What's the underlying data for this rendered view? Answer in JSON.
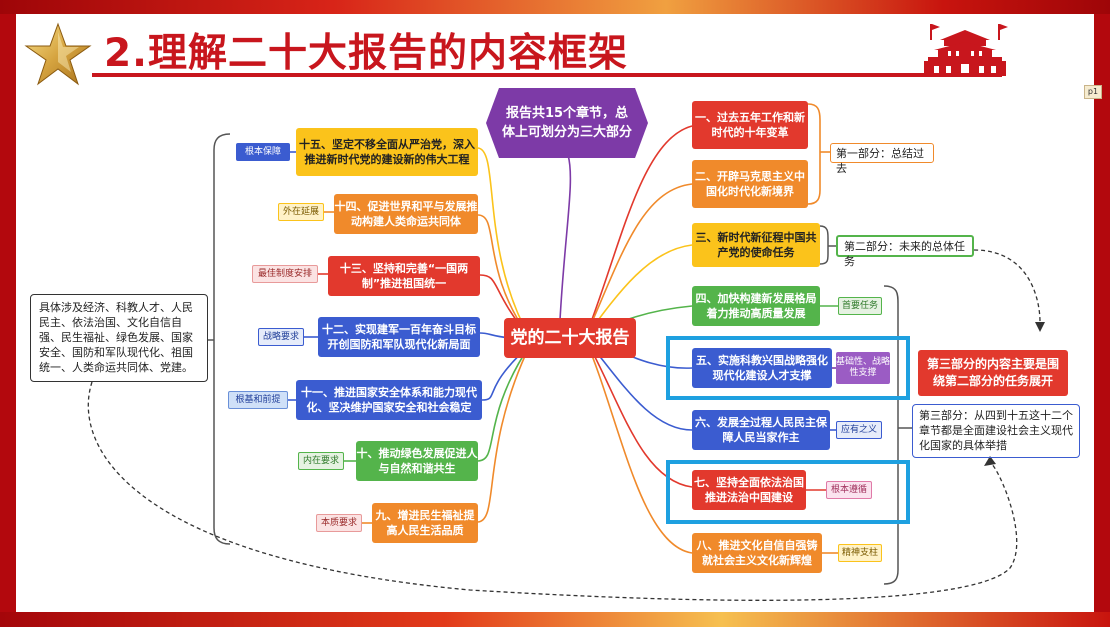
{
  "title": "2.理解二十大报告的内容框架",
  "page_tag": "p1",
  "center": "党的二十大报告",
  "top_node": "报告共15个章节，总体上可划分为三大部分",
  "chapters": {
    "c1": "一、过去五年工作和新时代的十年变革",
    "c2": "二、开辟马克思主义中国化时代化新境界",
    "c3": "三、新时代新征程中国共产党的使命任务",
    "c4": "四、加快构建新发展格局着力推动高质量发展",
    "c5": "五、实施科教兴国战略强化现代化建设人才支撑",
    "c6": "六、发展全过程人民民主保障人民当家作主",
    "c7": "七、坚持全面依法治国推进法治中国建设",
    "c8": "八、推进文化自信自强铸就社会主义文化新辉煌",
    "c9": "九、增进民生福祉提高人民生活品质",
    "c10": "十、推动绿色发展促进人与自然和谐共生",
    "c11": "十一、推进国家安全体系和能力现代化、坚决维护国家安全和社会稳定",
    "c12": "十二、实现建军一百年奋斗目标开创国防和军队现代化新局面",
    "c13": "十三、坚持和完善“一国两制”推进祖国统一",
    "c14": "十四、促进世界和平与发展推动构建人类命运共同体",
    "c15": "十五、坚定不移全面从严治党，深入推进新时代党的建设新的伟大工程"
  },
  "tags": {
    "t4": "首要任务",
    "t5": "基础性、战略性支撑",
    "t6": "应有之义",
    "t7": "根本遵循",
    "t8": "精神支柱",
    "t9": "本质要求",
    "t10": "内在要求",
    "t11": "根基和前提",
    "t12": "战略要求",
    "t13": "最佳制度安排",
    "t14": "外在延展",
    "t15": "根本保障"
  },
  "parts": {
    "p1": "第一部分：总结过去",
    "p2": "第二部分：未来的总体任务",
    "p3_main": "第三部分的内容主要是围绕第二部分的任务展开",
    "p3_desc": "第三部分：从四到十五这十二个章节都是全面建设社会主义现代化国家的具体举措"
  },
  "left_note": "具体涉及经济、科教人才、人民民主、依法治国、文化自信自强、民生福祉、绿色发展、国家安全、国防和军队现代化、祖国统一、人类命运共同体、党建。",
  "colors": {
    "red": "#e2392d",
    "orange": "#f08a2b",
    "yellow": "#fbc31b",
    "green": "#54b44b",
    "blue": "#3b5cd0",
    "purple": "#7d3aa7",
    "highlight": "#1ea0e0"
  }
}
